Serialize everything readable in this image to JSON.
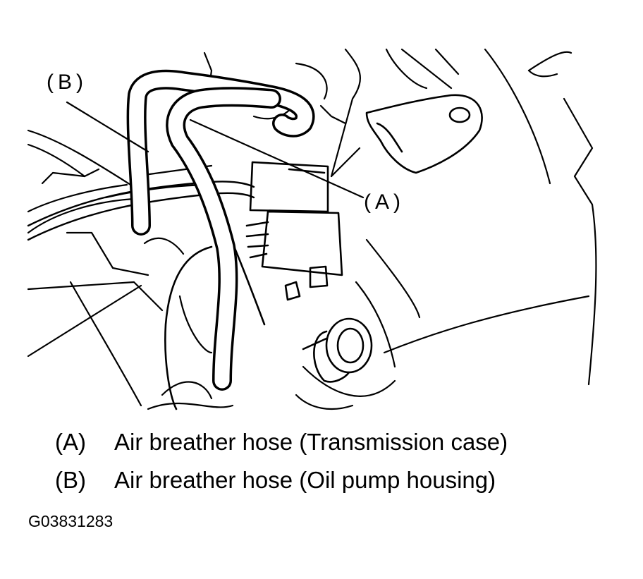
{
  "diagram": {
    "callouts": {
      "a": "(A)",
      "b": "(B)"
    },
    "legend": [
      {
        "key": "(A)",
        "text": "Air breather hose (Transmission case)"
      },
      {
        "key": "(B)",
        "text": "Air breather hose (Oil pump housing)"
      }
    ],
    "figure_code": "G03831283",
    "line_color": "#000000",
    "background_color": "#ffffff"
  }
}
